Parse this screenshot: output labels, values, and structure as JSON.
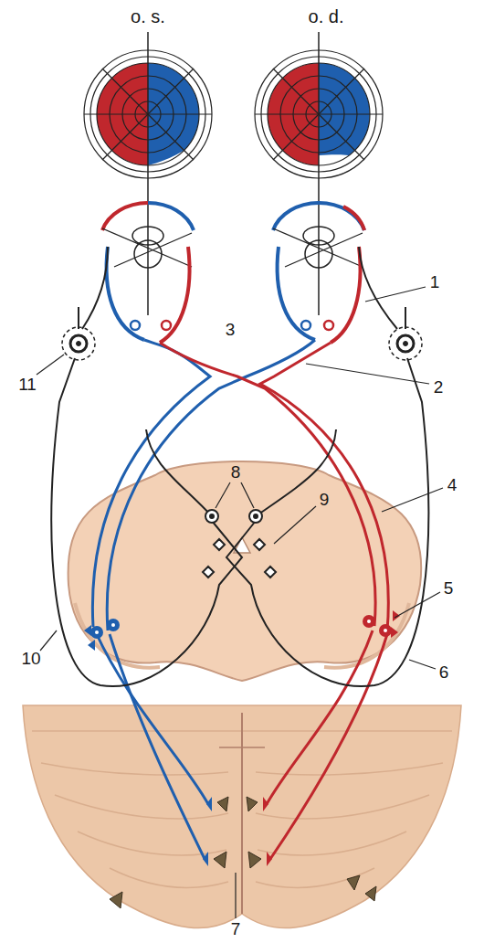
{
  "diagram": {
    "labels": [
      "o. s.",
      "o. d.",
      "1",
      "2",
      "3",
      "4",
      "5",
      "6",
      "7",
      "8",
      "9",
      "10",
      "11"
    ]
  }
}
